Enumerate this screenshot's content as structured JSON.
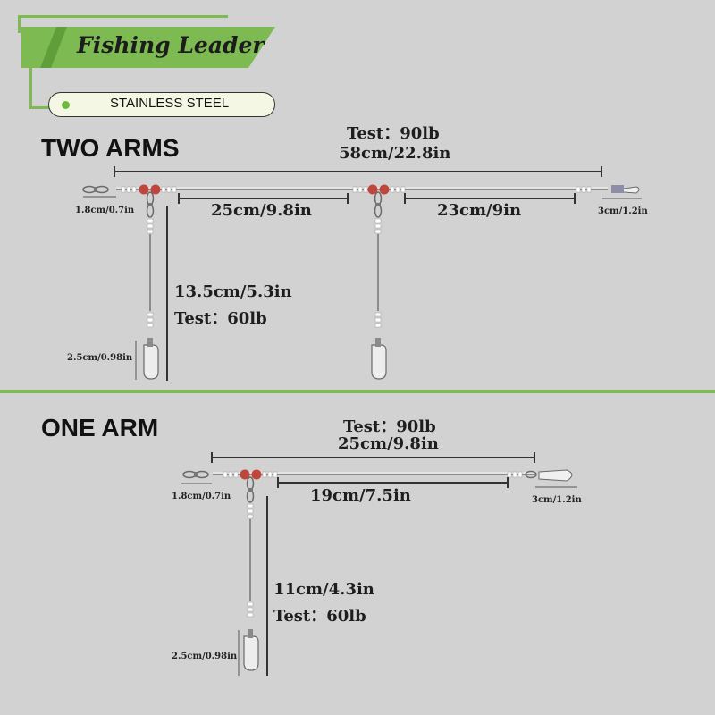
{
  "header": {
    "title": "Fishing Leader",
    "material": "STAINLESS STEEL"
  },
  "two_arms": {
    "title": "TWO ARMS",
    "main_test": "Test：90lb",
    "total_length": "58cm/22.8in",
    "left_end": "1.8cm/0.7in",
    "right_end": "3cm/1.2in",
    "segment_1": "25cm/9.8in",
    "segment_2": "23cm/9in",
    "arm_length": "13.5cm/5.3in",
    "arm_test": "Test：60lb",
    "snap_length": "2.5cm/0.98in"
  },
  "one_arm": {
    "title": "ONE ARM",
    "main_test": "Test：90lb",
    "total_length": "25cm/9.8in",
    "left_end": "1.8cm/0.7in",
    "right_end": "3cm/1.2in",
    "segment_1": "19cm/7.5in",
    "arm_length": "11cm/4.3in",
    "arm_test": "Test：60lb",
    "snap_length": "2.5cm/0.98in"
  },
  "colors": {
    "accent": "#7dbb52",
    "bead": "#c0463c",
    "background": "#d2d2d2"
  }
}
